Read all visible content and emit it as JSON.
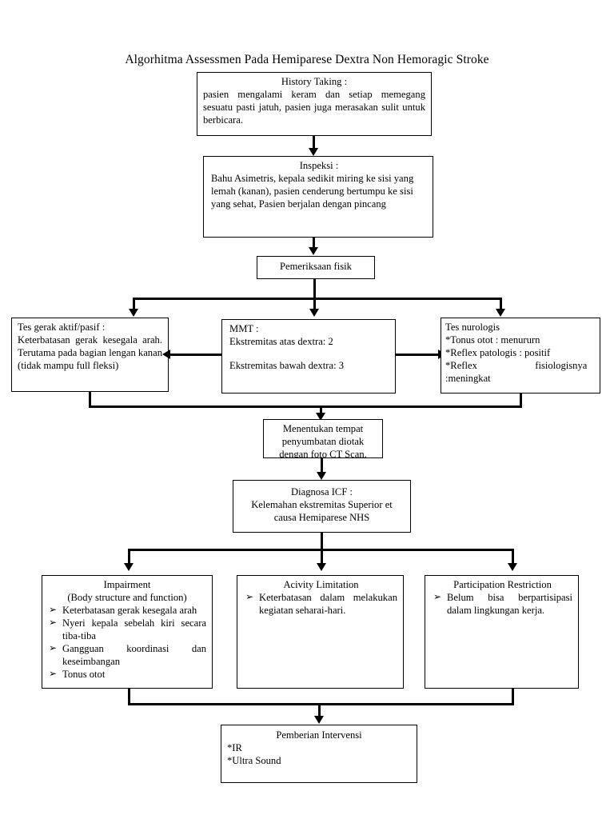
{
  "chart_data": {
    "type": "diagram",
    "diagram_kind": "flowchart",
    "title": "Algorhitma Assessmen Pada Hemiparese Dextra Non Hemoragic Stroke",
    "orientation": "top-to-bottom",
    "nodes": [
      {
        "id": "history",
        "label": "History Taking"
      },
      {
        "id": "inspeksi",
        "label": "Inspeksi"
      },
      {
        "id": "pemeriksaan",
        "label": "Pemeriksaan fisik"
      },
      {
        "id": "tes-gerak",
        "label": "Tes gerak aktif/pasif"
      },
      {
        "id": "mmt",
        "label": "MMT"
      },
      {
        "id": "tes-nurologis",
        "label": "Tes nurologis"
      },
      {
        "id": "ct-scan",
        "label": "Menentukan tempat penyumbatan diotak dengan foto CT Scan."
      },
      {
        "id": "diagnosa",
        "label": "Diagnosa ICF"
      },
      {
        "id": "impairment",
        "label": "Impairment"
      },
      {
        "id": "activity",
        "label": "Acivity Limitation"
      },
      {
        "id": "participation",
        "label": "Participation Restriction"
      },
      {
        "id": "intervensi",
        "label": "Pemberian Intervensi"
      }
    ],
    "edges": [
      {
        "from": "history",
        "to": "inspeksi",
        "style": "arrow-down"
      },
      {
        "from": "inspeksi",
        "to": "pemeriksaan",
        "style": "arrow-down"
      },
      {
        "from": "pemeriksaan",
        "to": "tes-gerak",
        "style": "arrow-down"
      },
      {
        "from": "pemeriksaan",
        "to": "mmt",
        "style": "arrow-down"
      },
      {
        "from": "pemeriksaan",
        "to": "tes-nurologis",
        "style": "arrow-down"
      },
      {
        "from": "mmt",
        "to": "tes-gerak",
        "style": "arrow-left"
      },
      {
        "from": "mmt",
        "to": "tes-nurologis",
        "style": "arrow-right"
      },
      {
        "from": "tes-gerak",
        "to": "ct-scan",
        "style": "merge-down"
      },
      {
        "from": "tes-nurologis",
        "to": "ct-scan",
        "style": "merge-down"
      },
      {
        "from": "ct-scan",
        "to": "diagnosa",
        "style": "arrow-down"
      },
      {
        "from": "diagnosa",
        "to": "impairment",
        "style": "arrow-down"
      },
      {
        "from": "diagnosa",
        "to": "activity",
        "style": "arrow-down"
      },
      {
        "from": "diagnosa",
        "to": "participation",
        "style": "arrow-down"
      },
      {
        "from": "impairment",
        "to": "intervensi",
        "style": "merge-down"
      },
      {
        "from": "participation",
        "to": "intervensi",
        "style": "merge-down"
      }
    ]
  },
  "title": "Algorhitma Assessmen Pada Hemiparese Dextra Non Hemoragic Stroke",
  "history": {
    "heading": "History Taking :",
    "body": "pasien mengalami keram dan setiap memegang sesuatu pasti jatuh, pasien juga merasakan sulit untuk berbicara."
  },
  "inspeksi": {
    "heading": "Inspeksi :",
    "body": "Bahu Asimetris, kepala sedikit miring ke sisi yang lemah (kanan), pasien cenderung bertumpu ke sisi yang sehat, Pasien berjalan dengan pincang"
  },
  "pemeriksaan": {
    "label": "Pemeriksaan fisik"
  },
  "tes_gerak": {
    "heading": "Tes gerak aktif/pasif :",
    "body": "Keterbatasan gerak kesegala arah. Terutama pada bagian lengan kanan (tidak mampu full fleksi)"
  },
  "mmt": {
    "heading": "MMT :",
    "line1": "Ekstremitas atas dextra: 2",
    "line2": "Ekstremitas bawah dextra: 3"
  },
  "tes_nurologis": {
    "heading": "Tes nurologis",
    "line1": "*Tonus otot : menururn",
    "line2": "*Reflex patologis : positif",
    "line3": "*Reflex                       fisiologisnya",
    "line4": ":meningkat"
  },
  "ct_scan": {
    "line1": "Menentukan tempat",
    "line2": "penyumbatan diotak",
    "line3": "dengan foto CT Scan."
  },
  "diagnosa": {
    "heading": "Diagnosa ICF :",
    "line1": "Kelemahan ekstremitas Superior et",
    "line2": "causa Hemiparese NHS"
  },
  "impairment": {
    "heading": "Impairment",
    "subheading": "(Body structure and function)",
    "bullet_marker": "➢",
    "items": [
      "Keterbatasan gerak kesegala arah",
      "Nyeri kepala sebelah kiri secara tiba-tiba",
      "Gangguan koordinasi dan keseimbangan",
      "Tonus otot"
    ]
  },
  "activity": {
    "heading": "Acivity Limitation",
    "bullet_marker": "➢",
    "items": [
      "Keterbatasan dalam melakukan kegiatan seharai-hari."
    ]
  },
  "participation": {
    "heading": "Participation Restriction",
    "bullet_marker": "➢",
    "items": [
      "Belum bisa berpartisipasi dalam lingkungan kerja."
    ]
  },
  "intervensi": {
    "heading": "Pemberian Intervensi",
    "line1": "*IR",
    "line2": "*Ultra Sound"
  },
  "colors": {
    "background": "#ffffff",
    "stroke": "#000000",
    "text": "#000000"
  }
}
